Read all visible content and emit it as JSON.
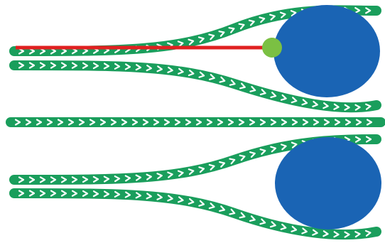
{
  "diagram": {
    "type": "illustration",
    "colors": {
      "background": "#ffffff",
      "strand": "#1a9e5c",
      "chevron": "#ffffff",
      "sphere": "#1a64b4",
      "tether": "#e02020",
      "bead": "#7bc043"
    },
    "icons": {
      "chevron": "chevron-right-icon"
    },
    "elements": {
      "groups": [
        "upper-group",
        "middle-strand",
        "lower-group"
      ],
      "upper_group": [
        "strand-upper-top",
        "strand-upper-bottom",
        "sphere-upper",
        "red-tether",
        "green-bead"
      ],
      "middle_group": [
        "strand-middle"
      ],
      "lower_group": [
        "strand-lower-top",
        "strand-lower-bottom",
        "sphere-lower"
      ]
    },
    "annotations": []
  }
}
